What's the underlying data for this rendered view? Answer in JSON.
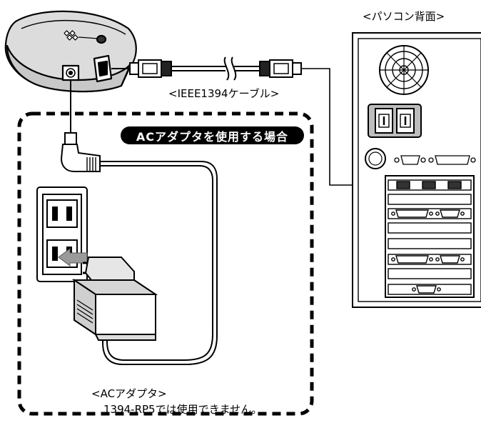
{
  "labels": {
    "pc_back": "<パソコン背面>",
    "cable": "<IEEE1394ケーブル>",
    "ac_scenario": "ACアダプタを使用する場合",
    "ac_adapter": "<ACアダプタ>",
    "note": "1394-RP5では使用できません。"
  },
  "colors": {
    "line": "#000000",
    "device_gray": "#d9d9d9",
    "arrow_gray": "#9a9a9a"
  }
}
